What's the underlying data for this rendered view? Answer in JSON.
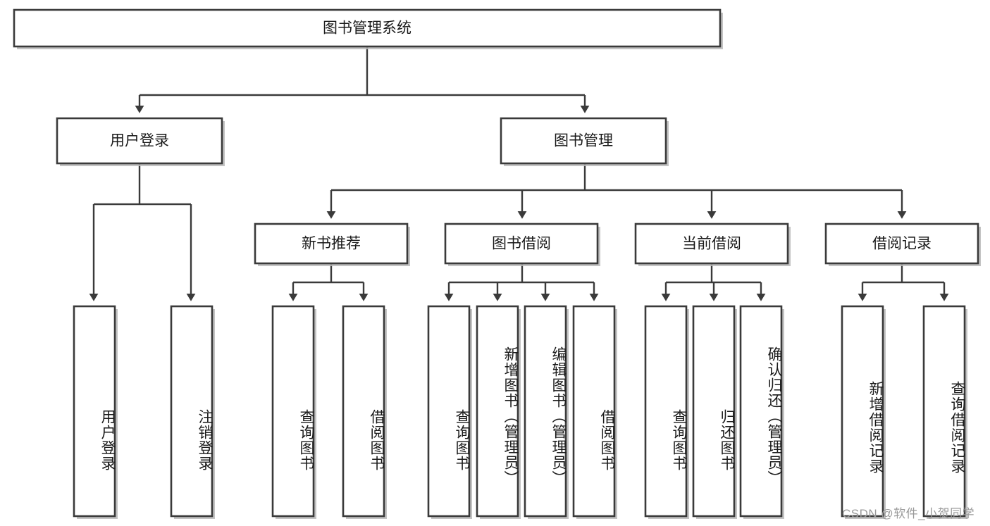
{
  "diagram": {
    "type": "tree-hierarchy",
    "title_node": {
      "label": "图书管理系统"
    },
    "level2": [
      {
        "id": "user-login",
        "label": "用户登录"
      },
      {
        "id": "book-management",
        "label": "图书管理"
      }
    ],
    "level3": [
      {
        "id": "new-book-recommend",
        "label": "新书推荐",
        "parent": "book-management"
      },
      {
        "id": "book-borrow",
        "label": "图书借阅",
        "parent": "book-management"
      },
      {
        "id": "current-borrow",
        "label": "当前借阅",
        "parent": "book-management"
      },
      {
        "id": "borrow-record",
        "label": "借阅记录",
        "parent": "book-management"
      }
    ],
    "leaves": {
      "user-login": [
        {
          "id": "leaf-user-login",
          "label": "用户登录"
        },
        {
          "id": "leaf-logout-login",
          "label": "注销登录"
        }
      ],
      "new-book-recommend": [
        {
          "id": "leaf-query-book-1",
          "label": "查询图书"
        },
        {
          "id": "leaf-borrow-book-1",
          "label": "借阅图书"
        }
      ],
      "book-borrow": [
        {
          "id": "leaf-query-book-2",
          "label": "查询图书"
        },
        {
          "id": "leaf-add-book",
          "label": "新增图书（管理员）"
        },
        {
          "id": "leaf-edit-book",
          "label": "编辑图书（管理员）"
        },
        {
          "id": "leaf-borrow-book-2",
          "label": "借阅图书"
        }
      ],
      "current-borrow": [
        {
          "id": "leaf-query-book-3",
          "label": "查询图书"
        },
        {
          "id": "leaf-return-book",
          "label": "归还图书"
        },
        {
          "id": "leaf-confirm-return",
          "label": "确认归还（管理员）"
        }
      ],
      "borrow-record": [
        {
          "id": "leaf-add-record",
          "label": "新增借阅记录"
        },
        {
          "id": "leaf-query-record",
          "label": "查询借阅记录"
        }
      ]
    },
    "colors": {
      "stroke": "#3a3a3a",
      "fill": "#ffffff",
      "text": "#1a1a1a",
      "watermark": "#9a9a9a",
      "background": "#ffffff"
    }
  },
  "watermark": {
    "text": "CSDN @软件_小贺同学"
  }
}
